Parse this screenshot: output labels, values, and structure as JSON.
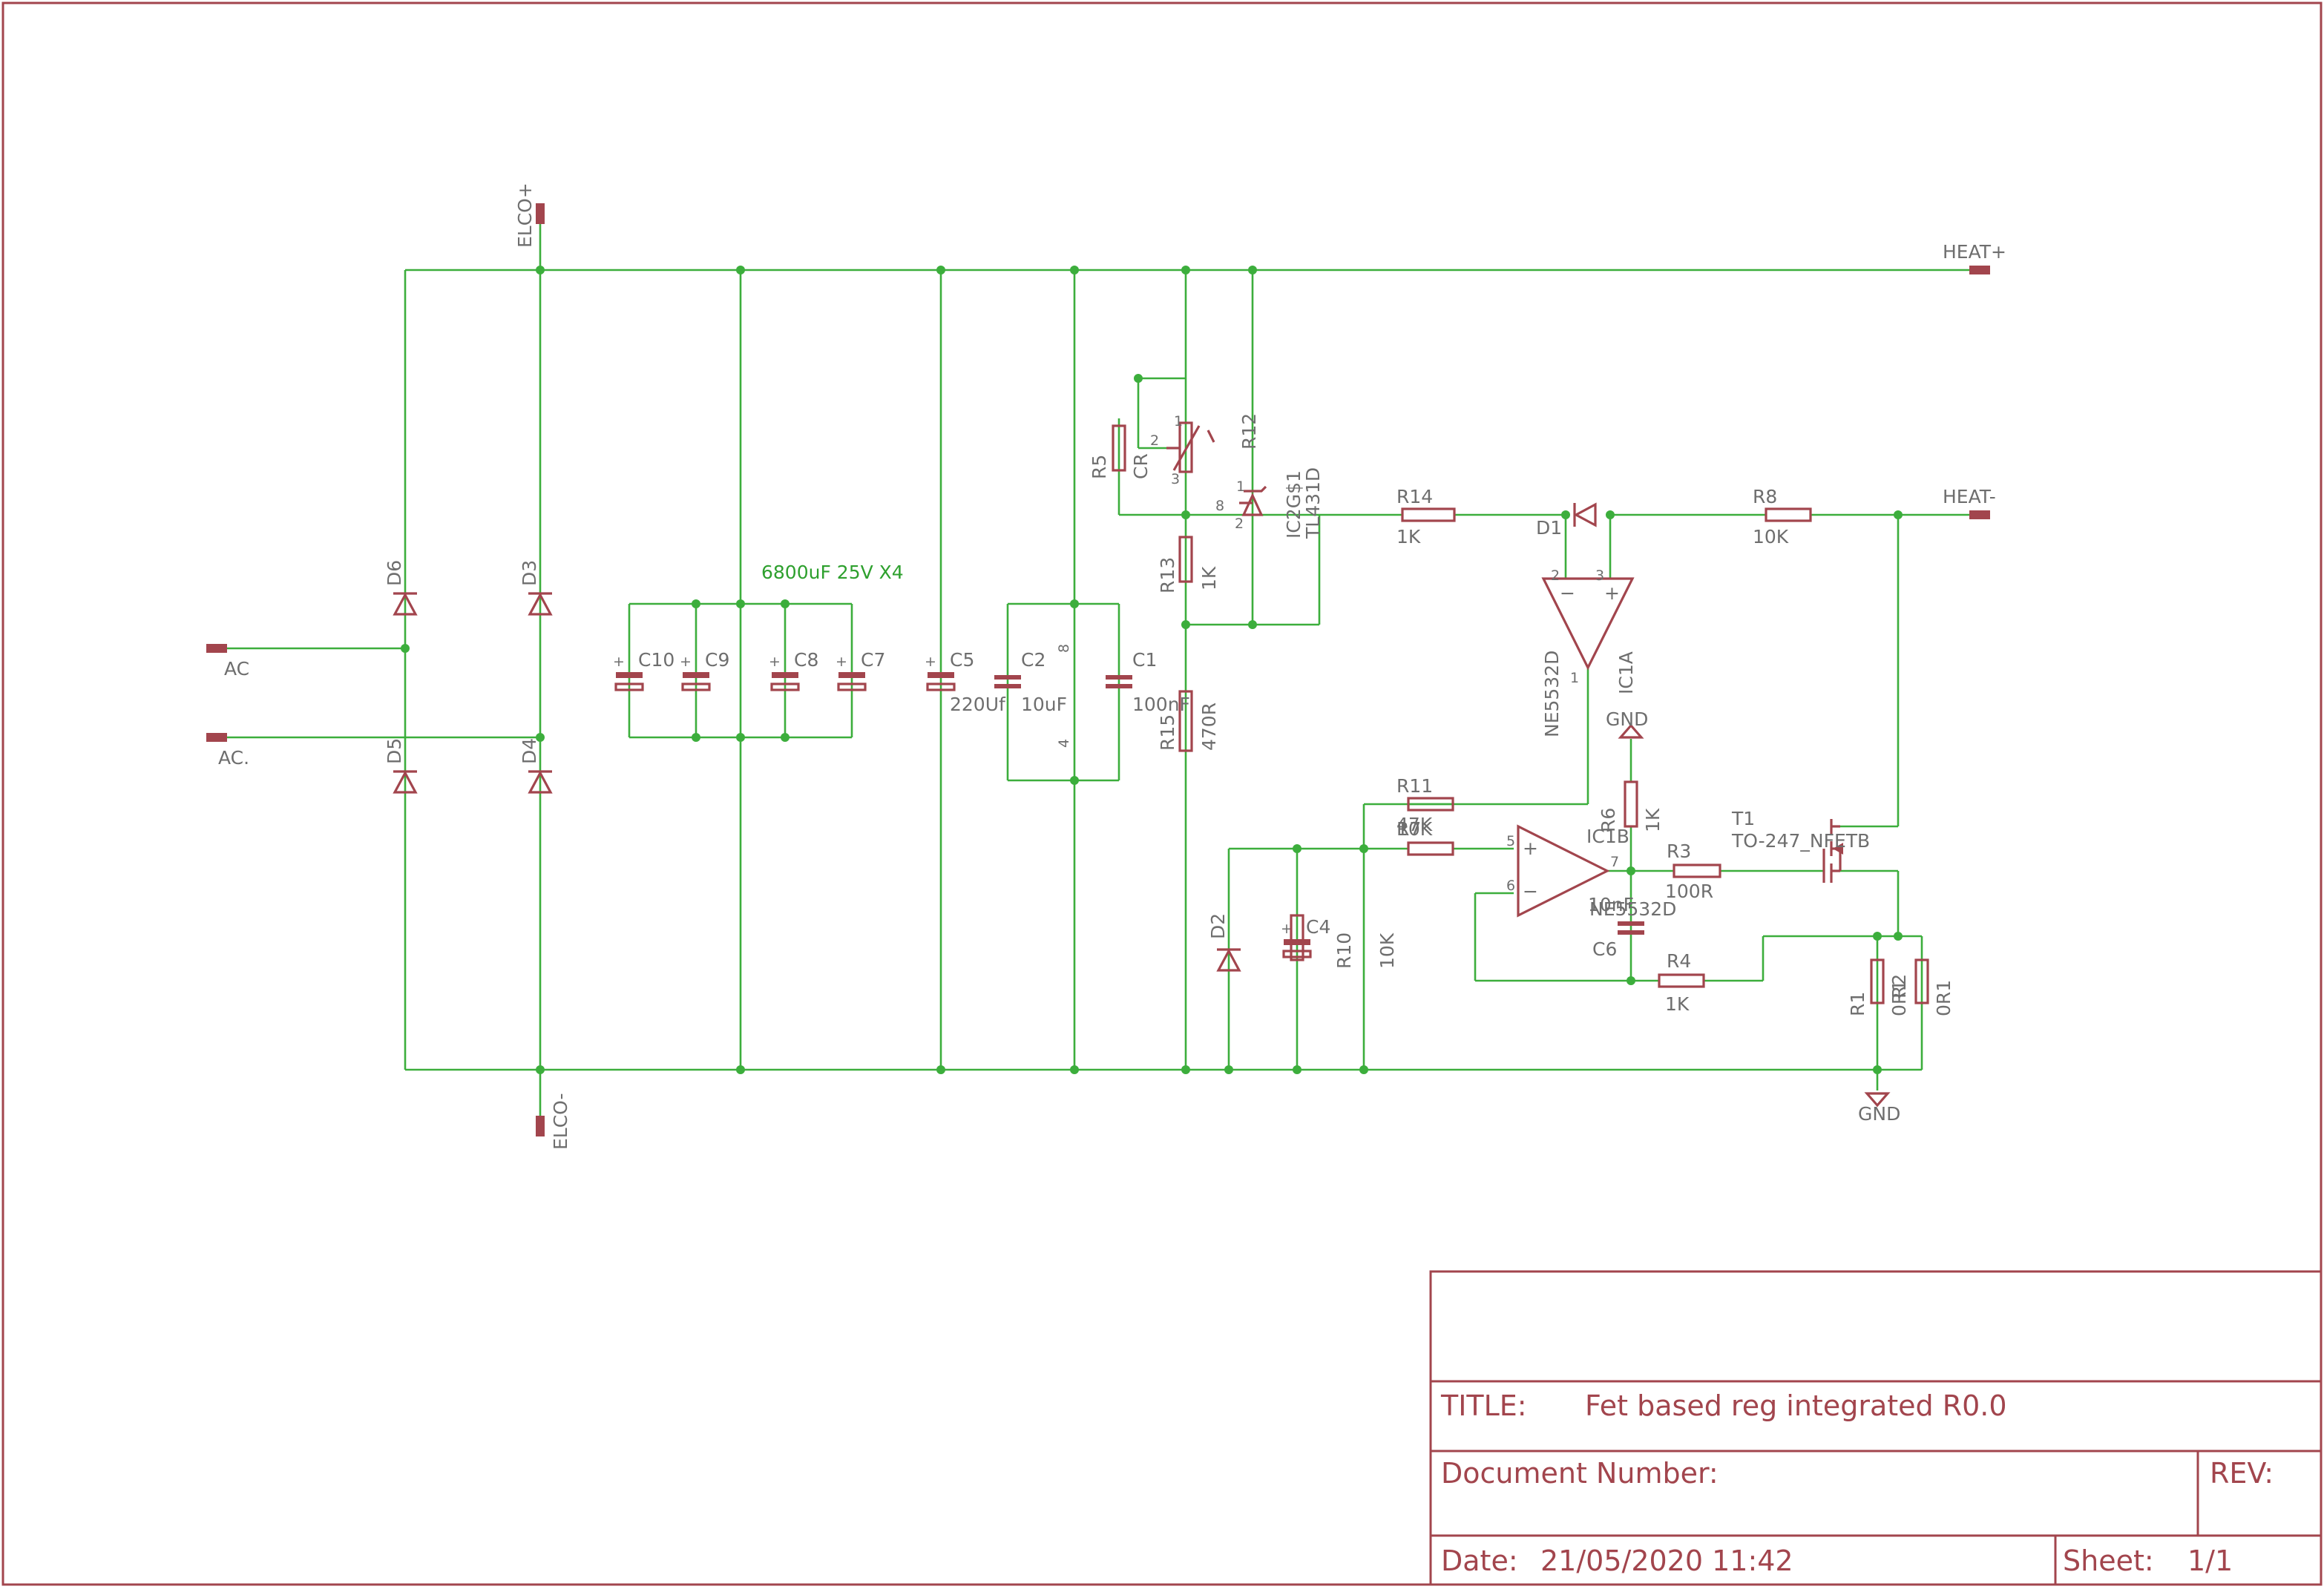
{
  "title_block": {
    "title_label": "TITLE:",
    "title_value": "Fet based reg integrated R0.0",
    "document_number_label": "Document Number:",
    "rev_label": "REV:",
    "date_label": "Date:",
    "date_value": "21/05/2020 11:42",
    "sheet_label": "Sheet:",
    "sheet_value": "1/1"
  },
  "colors": {
    "frame": "#a2454d",
    "wire": "#3cae3c",
    "label_text": "#6e6e6e",
    "note_text": "#2ea02e"
  },
  "connectors": {
    "elco_plus": "ELCO+",
    "elco_minus": "ELCO-",
    "ac": "AC",
    "ac2": "AC.",
    "heat_plus": "HEAT+",
    "heat_minus": "HEAT-",
    "gnd1": "GND",
    "gnd2": "GND"
  },
  "note": "6800uF 25V X4",
  "parts": {
    "D6": "D6",
    "D5": "D5",
    "D3": "D3",
    "D4": "D4",
    "C10": "C10",
    "C9": "C9",
    "C8": "C8",
    "C7": "C7",
    "C5": "C5",
    "C5_val": "220Uf",
    "C2": "C2",
    "C2_val": "10uF",
    "C1": "C1",
    "C1_val": "100nF",
    "R5": "R5",
    "CR": "CR",
    "R12": "R12",
    "R13": "R13",
    "R13_val": "1K",
    "R15": "R15",
    "R15_val": "470R",
    "IC2": "IC2G$1",
    "IC2_val": "TL431D",
    "R14": "R14",
    "R14_val": "1K",
    "D1": "D1",
    "R8": "R8",
    "R8_val": "10K",
    "IC1A": "IC1A",
    "IC1A_val": "NE5532D",
    "R11": "R11",
    "R11_val": "47K",
    "R7": "R7",
    "R7_val": "10K",
    "R6": "R6",
    "R6_val": "1K",
    "IC1B": "IC1B",
    "IC1B_val": "NE5532D",
    "T1": "T1",
    "T1_val": "TO-247_NFETB",
    "R3": "R3",
    "R3_val": "100R",
    "C6": "C6",
    "C6_val": "10nF",
    "R4": "R4",
    "R4_val": "1K",
    "D2": "D2",
    "C4": "C4",
    "R10": "R10",
    "R10_val": "10K",
    "R1": "R1",
    "R1_val": "0R1",
    "R2": "R2",
    "R2_val": "0R1"
  },
  "pin_numbers": {
    "ic1a_2": "2",
    "ic1a_3": "3",
    "ic1a_1": "1",
    "ic1b_5": "5",
    "ic1b_6": "6",
    "ic1b_7": "7",
    "c2_8": "8",
    "c2_4": "4",
    "cr_1": "1",
    "cr_2": "2",
    "cr_3": "3",
    "ic2_8": "8",
    "ic2_1": "1",
    "ic2_2": "2"
  }
}
